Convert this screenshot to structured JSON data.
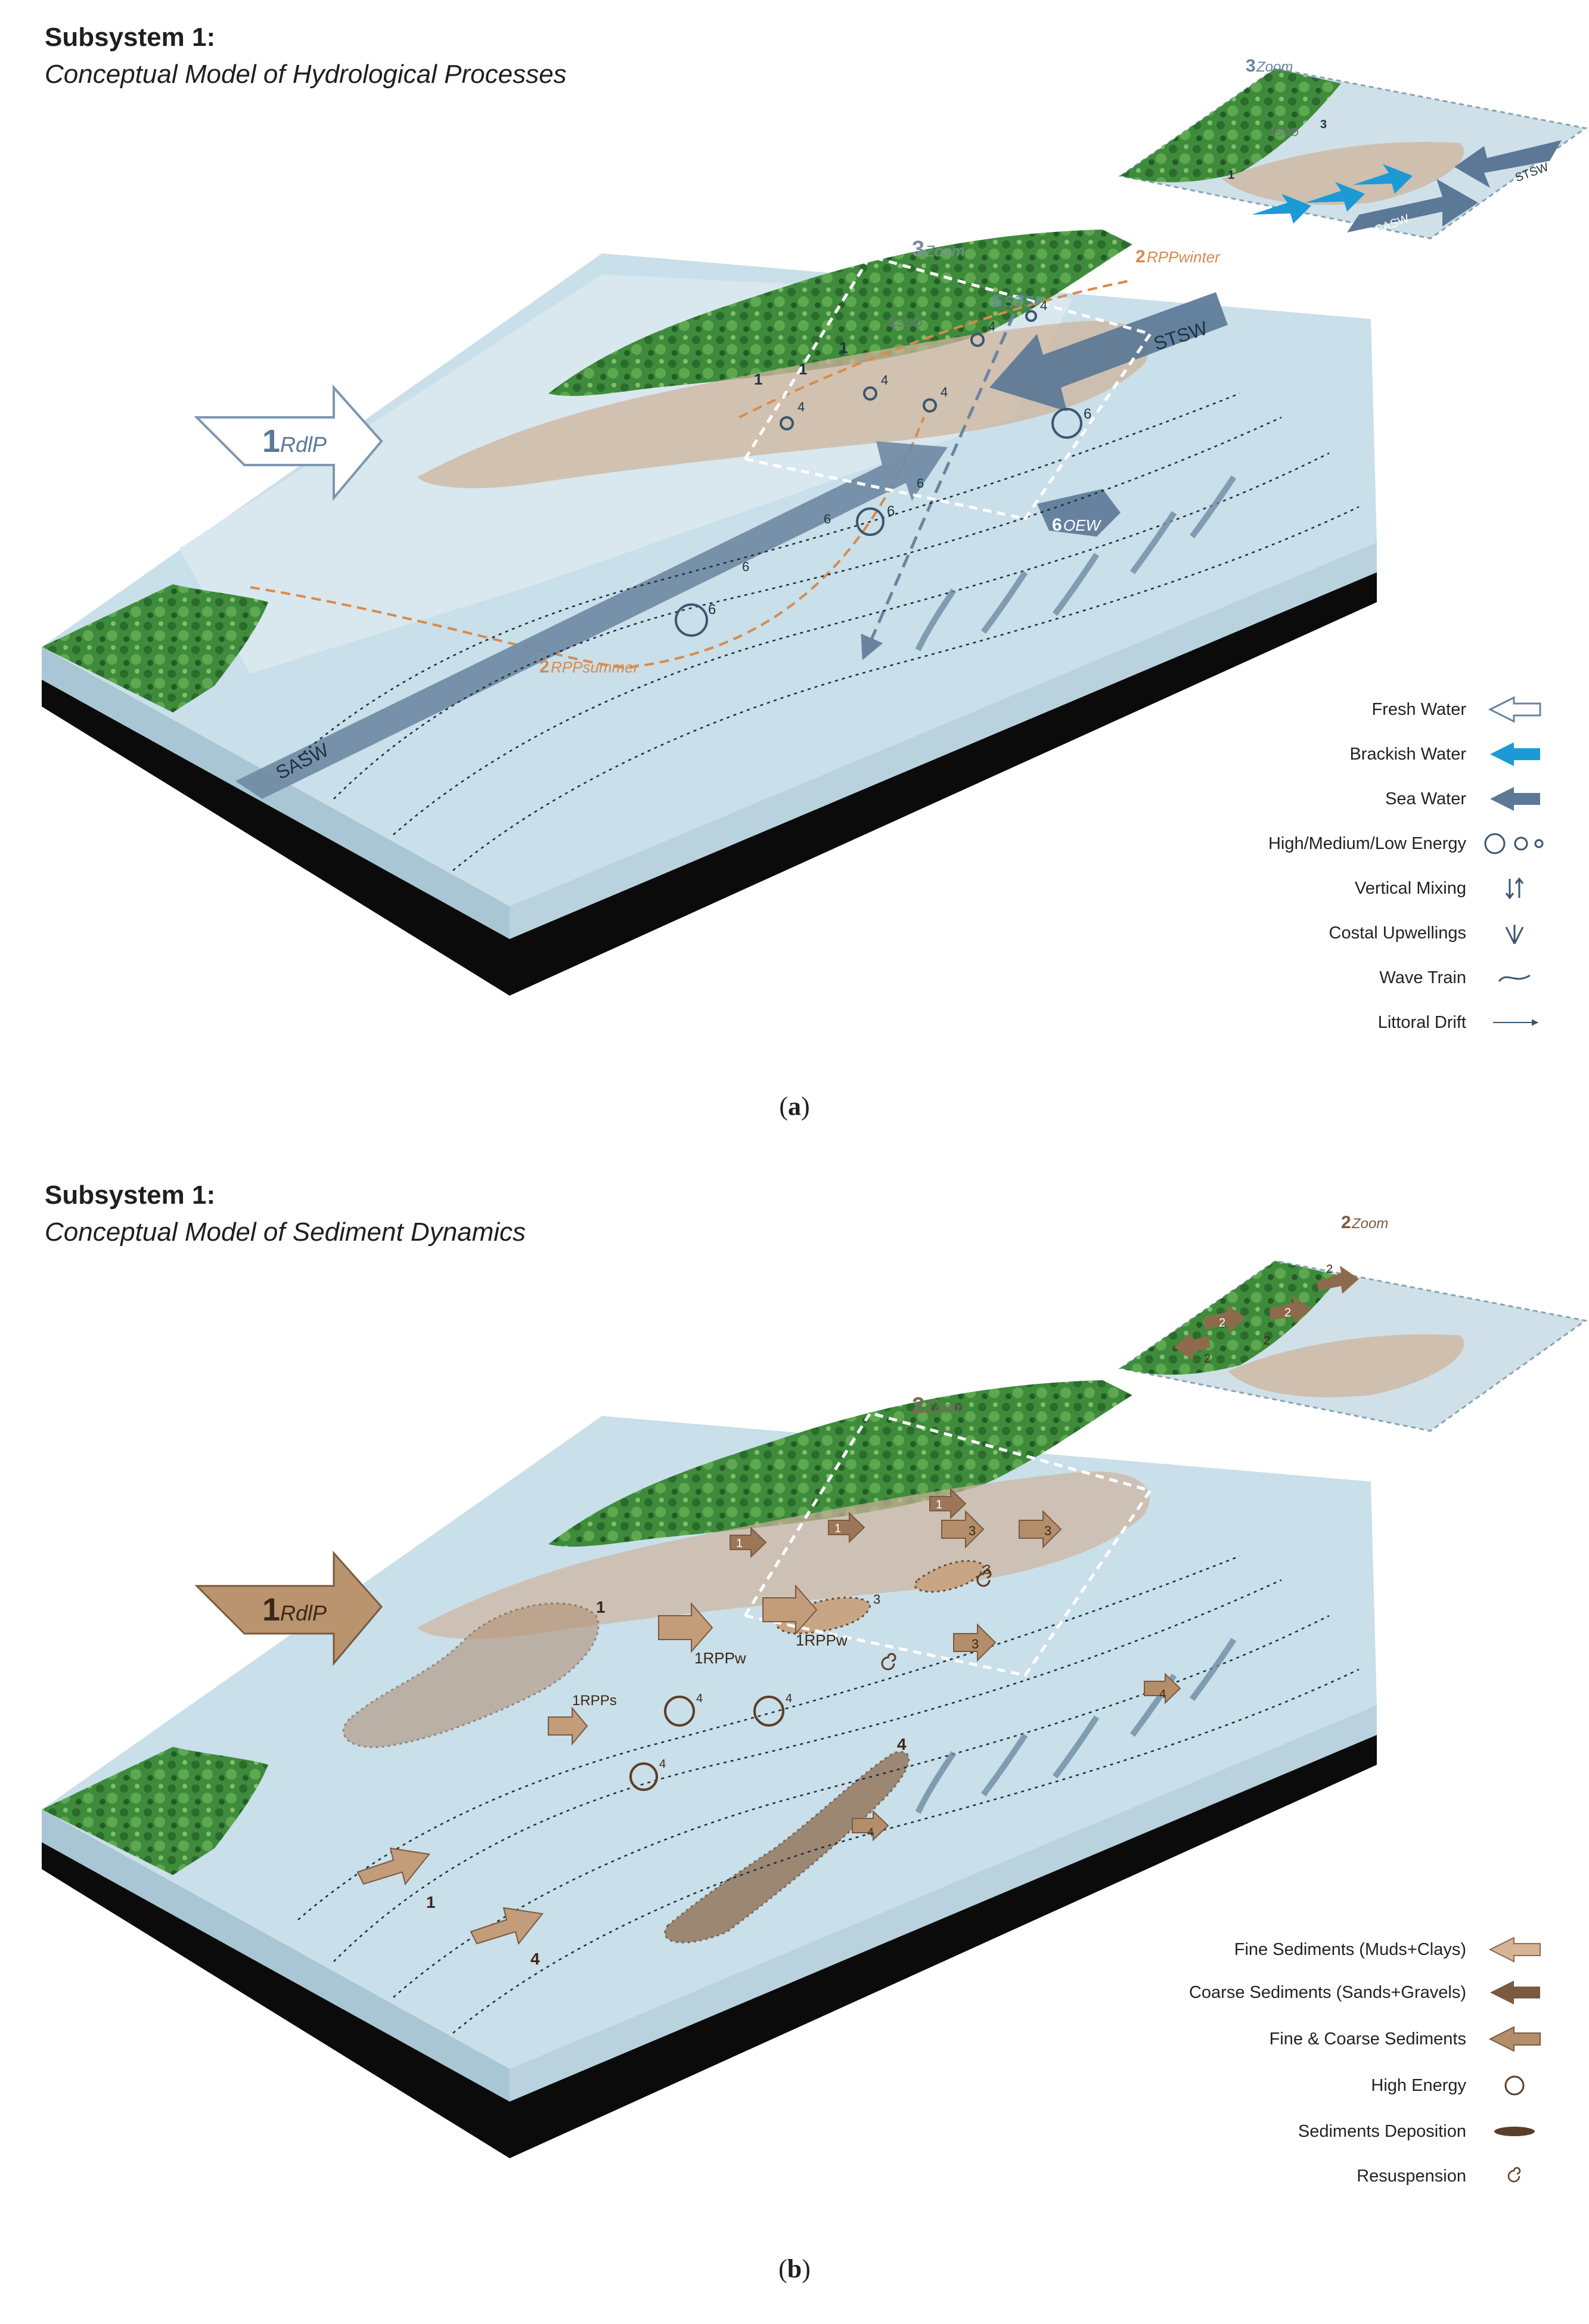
{
  "panel_a": {
    "title": "Subsystem 1:",
    "subtitle": "Conceptual Model of Hydrological Processes",
    "caption_open": "(",
    "caption_letter": "a",
    "caption_close": ")",
    "labels": {
      "rdlp_num": "1",
      "rdlp_text": "RdlP",
      "zoom_num": "3",
      "zoom_text": "Zoom",
      "inset_zoom_num": "3",
      "inset_zoom_text": "Zoom",
      "rpp_winter_num": "2",
      "rpp_winter_text": "RPPwinter",
      "rpp_summer_num": "2",
      "rpp_summer_text": "RPPsummer",
      "stsf_num": "5",
      "stsf_text": "STSF",
      "sgd_num": "1",
      "sgd_text": "SGD",
      "oew_num": "6",
      "oew_text": "OEW",
      "stsw": "STSW",
      "sasw": "SASW",
      "inset_stsw": "STSW",
      "inset_sasw": "SASW",
      "inset_sgd": "1SGD",
      "inset_one": "1",
      "inset_three": "3",
      "marker_one_a": "1",
      "marker_one_b": "1",
      "marker_one_c": "1",
      "four_a": "4",
      "four_b": "4",
      "four_c": "4",
      "four_d": "4",
      "four_e": "4",
      "six_a": "6",
      "six_b": "6",
      "six_c": "6",
      "six_d": "6",
      "six_e": "6",
      "six_f": "6"
    },
    "legend": [
      {
        "label": "Fresh Water",
        "icon": "fresh-water-arrow-icon"
      },
      {
        "label": "Brackish Water",
        "icon": "brackish-water-arrow-icon"
      },
      {
        "label": "Sea Water",
        "icon": "sea-water-arrow-icon"
      },
      {
        "label": "High/Medium/Low Energy",
        "icon": "energy-circles-icon"
      },
      {
        "label": "Vertical Mixing",
        "icon": "vertical-mixing-icon"
      },
      {
        "label": "Costal Upwellings",
        "icon": "upwelling-icon"
      },
      {
        "label": "Wave Train",
        "icon": "wave-train-icon"
      },
      {
        "label": "Littoral Drift",
        "icon": "littoral-drift-icon"
      }
    ]
  },
  "panel_b": {
    "title": "Subsystem 1:",
    "subtitle": "Conceptual Model of Sediment Dynamics",
    "caption_open": "(",
    "caption_letter": "b",
    "caption_close": ")",
    "labels": {
      "rdlp_num": "1",
      "rdlp_text": "RdlP",
      "zoom_num": "2",
      "zoom_text": "Zoom",
      "inset_zoom_num": "2",
      "inset_zoom_text": "Zoom",
      "rppw_a": "1RPPw",
      "rppw_b": "1RPPw",
      "rpps": "1RPPs",
      "one_plume": "1",
      "one_arrow": "1",
      "four_plume": "4",
      "four_arrow": "4",
      "four_e1": "4",
      "four_e2": "4",
      "four_e3": "4",
      "four_sm1": "4",
      "four_sm2": "4",
      "three_a": "3",
      "three_b": "3",
      "three_c": "3",
      "three_d": "3",
      "three_e": "3",
      "one_sm_a": "1",
      "one_sm_b": "1",
      "one_sm_c": "1",
      "inset_two_a": "2",
      "inset_two_b": "2",
      "inset_two_c": "2",
      "inset_two_d": "2",
      "inset_two_e": "2"
    },
    "legend": [
      {
        "label": "Fine Sediments (Muds+Clays)",
        "icon": "fine-sediment-arrow-icon"
      },
      {
        "label": "Coarse Sediments (Sands+Gravels)",
        "icon": "coarse-sediment-arrow-icon"
      },
      {
        "label": "Fine & Coarse Sediments",
        "icon": "mixed-sediment-arrow-icon"
      },
      {
        "label": "High Energy",
        "icon": "high-energy-icon"
      },
      {
        "label": "Sediments Deposition",
        "icon": "deposition-icon"
      },
      {
        "label": "Resuspension",
        "icon": "resuspension-icon"
      }
    ]
  },
  "colors": {
    "sea": "#c7dde8",
    "sea_light": "#e0edf3",
    "land": "#3e8b3c",
    "fresh": "#ffffff",
    "brackish": "#1c9ad6",
    "seawater": "#5b7896",
    "plume": "#c8b094",
    "orange": "#d98a4c",
    "sediment": "#b28d6c",
    "sediment_dark": "#7a5a40",
    "base": "#0a0a0a"
  }
}
